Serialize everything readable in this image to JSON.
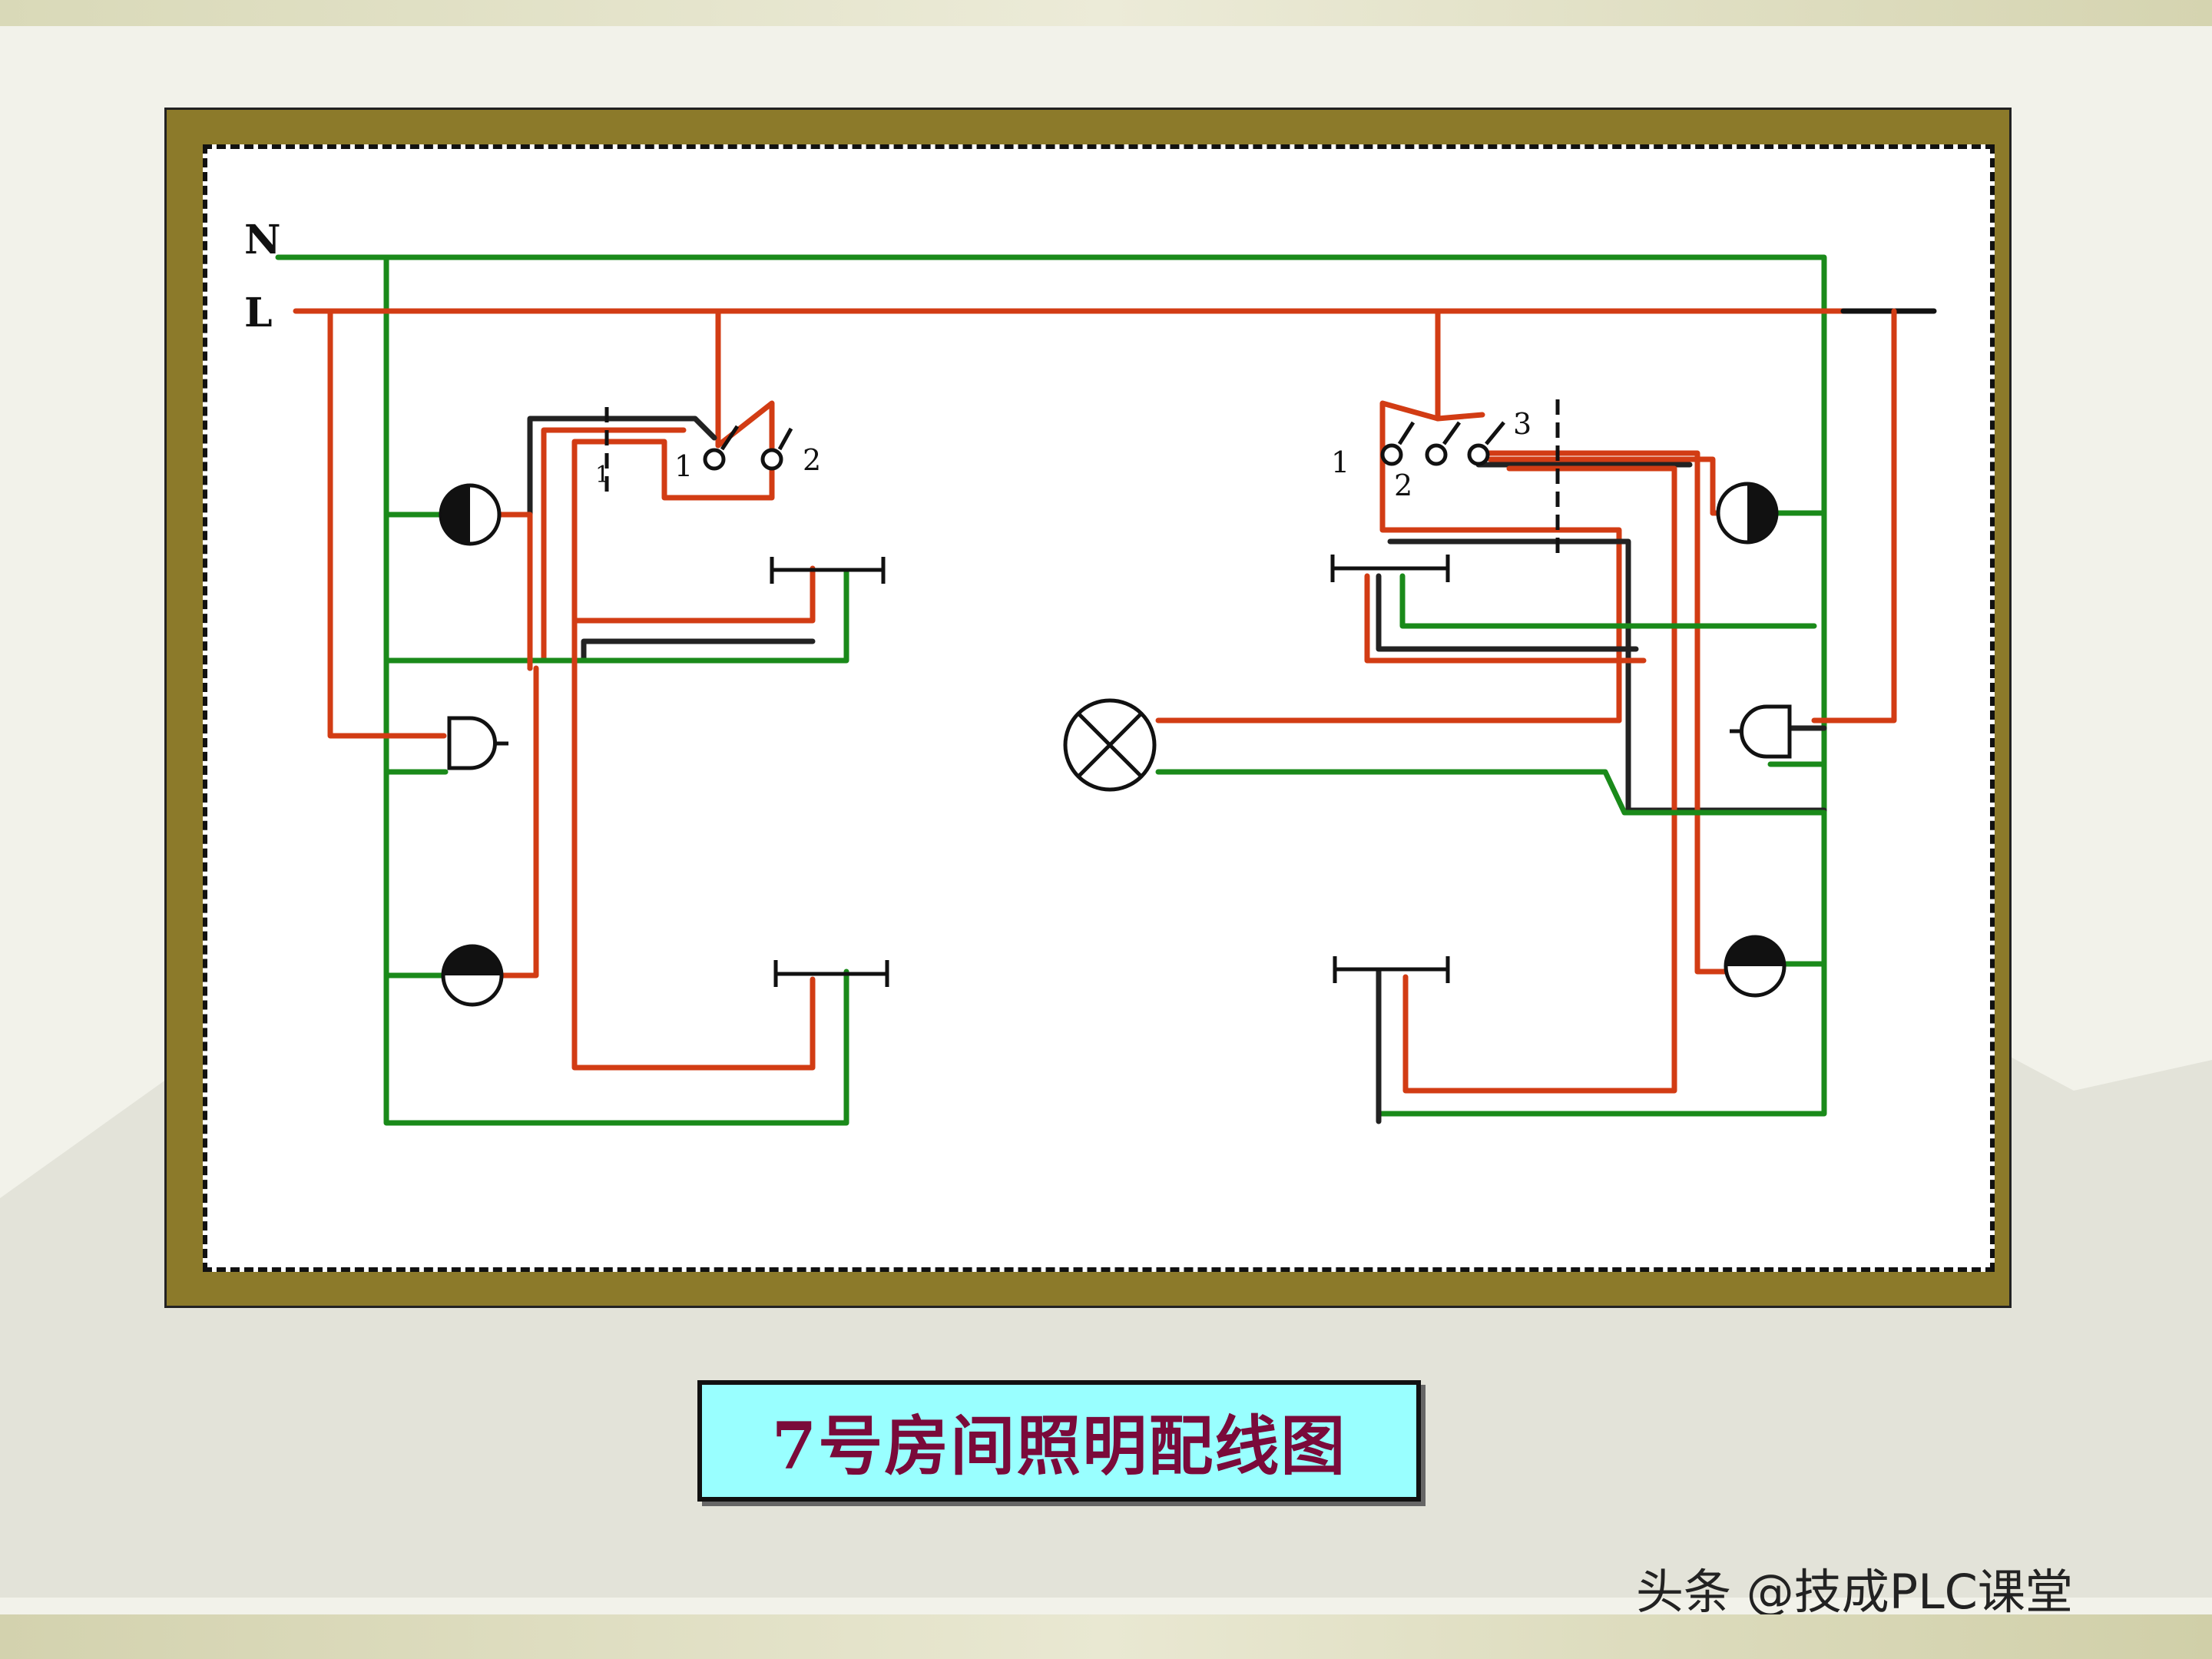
{
  "diagram": {
    "labels": {
      "neutral": "N",
      "line": "L",
      "switch_left_contact_1": "1",
      "switch_left_contact_2": "2",
      "switch_left_mark": "1",
      "switch_right_contact_1": "1",
      "switch_right_contact_2": "2",
      "switch_right_contact_3": "3"
    },
    "colors": {
      "neutral_wire": "#1a8a1a",
      "live_wire": "#d23c14",
      "frame": "#8c7a2a",
      "caption_bg": "#99ffff",
      "caption_text": "#7a0a3a"
    }
  },
  "caption": {
    "title": "7号房间照明配线图"
  },
  "watermark": {
    "text": "头条 @技成PLC课堂"
  }
}
